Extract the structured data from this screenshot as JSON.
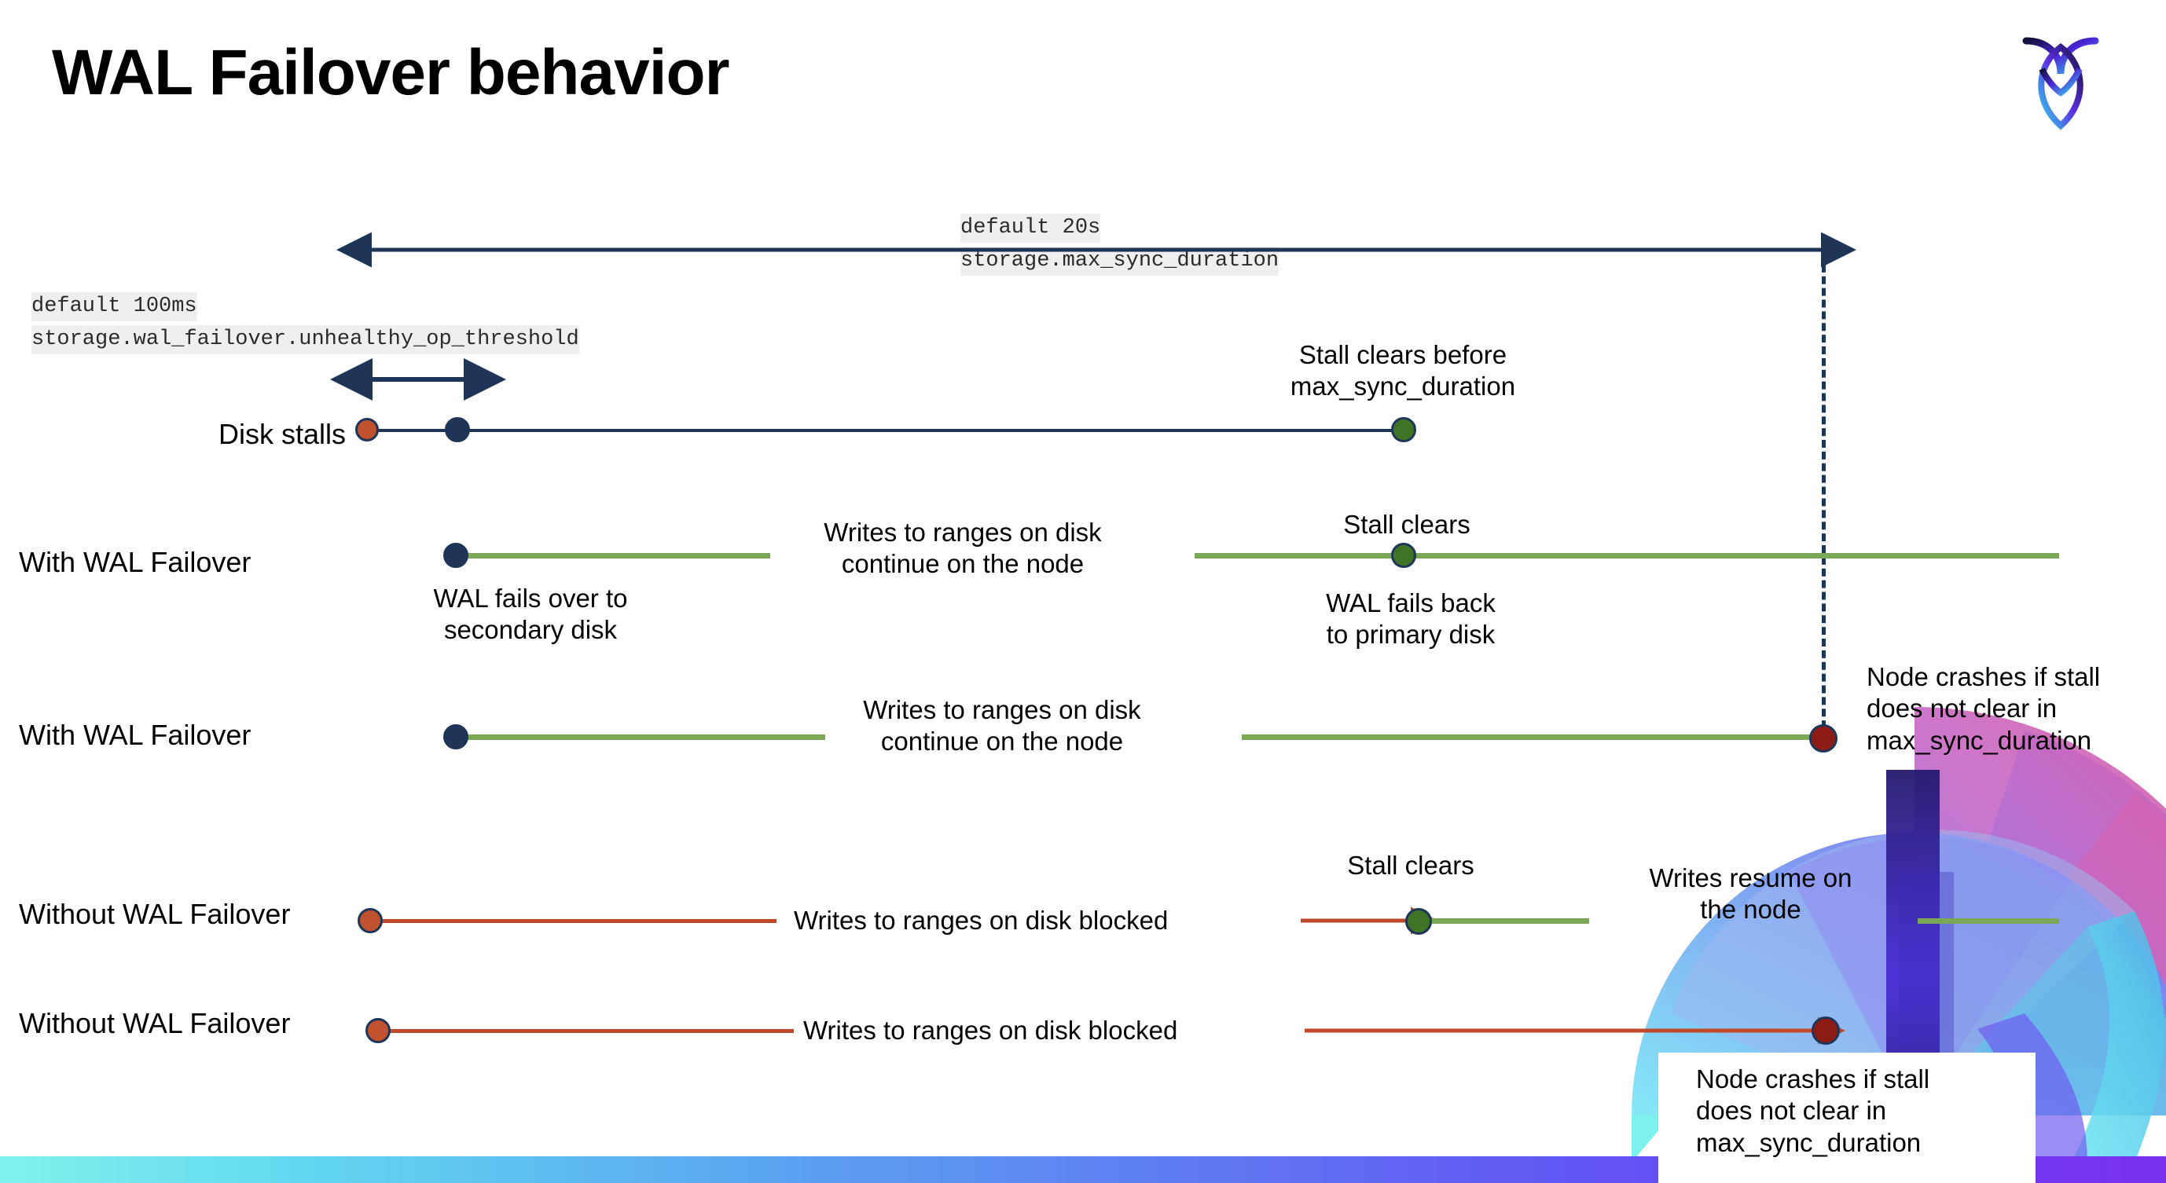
{
  "slide": {
    "title": "WAL Failover behavior",
    "logo_icon": "cockroach-labs-logo"
  },
  "annotations": {
    "max_sync": {
      "default": "default 20s",
      "setting": "storage.max_sync_duration"
    },
    "unhealthy_op": {
      "default": "default 100ms",
      "setting": "storage.wal_failover.unhealthy_op_threshold"
    }
  },
  "rows": [
    {
      "id": "disk-stalls",
      "label": "Disk stalls",
      "notes": [
        "Stall clears before\nmax_sync_duration"
      ]
    },
    {
      "id": "with-wal-failover-clears",
      "label": "With WAL Failover",
      "notes": [
        "WAL fails over to\nsecondary disk",
        "Writes to ranges on disk\ncontinue on the node",
        "Stall clears",
        "WAL fails  back\nto primary disk"
      ]
    },
    {
      "id": "with-wal-failover-crash",
      "label": "With WAL Failover",
      "notes": [
        "Writes to ranges on disk\ncontinue on the node",
        "Node crashes if stall\ndoes not clear in\nmax_sync_duration"
      ]
    },
    {
      "id": "without-wal-failover-clears",
      "label": "Without WAL Failover",
      "notes": [
        "Writes to ranges on disk  blocked",
        "Stall clears",
        "Writes resume on\nthe node"
      ]
    },
    {
      "id": "without-wal-failover-crash",
      "label": "Without WAL Failover",
      "notes": [
        "Writes to ranges on disk  blocked",
        "Node crashes if stall\ndoes not clear in\nmax_sync_duration"
      ]
    }
  ],
  "colors": {
    "navy": "#1f3557",
    "green_line": "#7aa856",
    "green_dot": "#3f7326",
    "red_line": "#c0482b",
    "orange_dot": "#c0522f",
    "dark_red_dot": "#8d1b15",
    "code_bg": "#efefef"
  }
}
